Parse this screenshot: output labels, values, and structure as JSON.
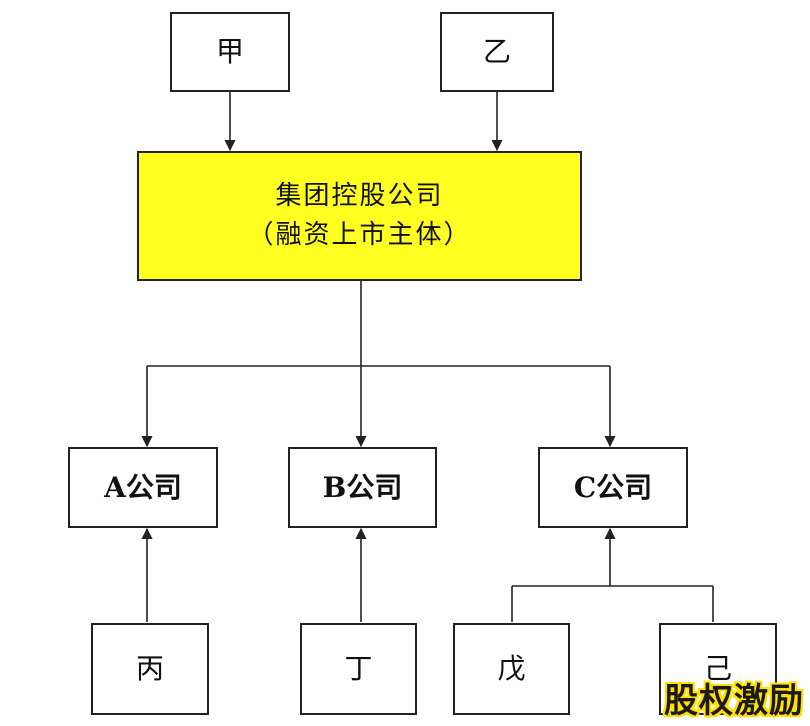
{
  "nodes": {
    "jia": "甲",
    "yi": "乙",
    "holding_line1": "集团控股公司",
    "holding_line2": "（融资上市主体）",
    "a": "A公司",
    "b": "B公司",
    "c": "C公司",
    "bing": "丙",
    "ding": "丁",
    "wu": "戊",
    "ji": "己"
  },
  "watermark": "股权激励",
  "colors": {
    "holding_fill": "#ffff22",
    "stroke": "#222222",
    "watermark_outline": "#ffe000"
  }
}
